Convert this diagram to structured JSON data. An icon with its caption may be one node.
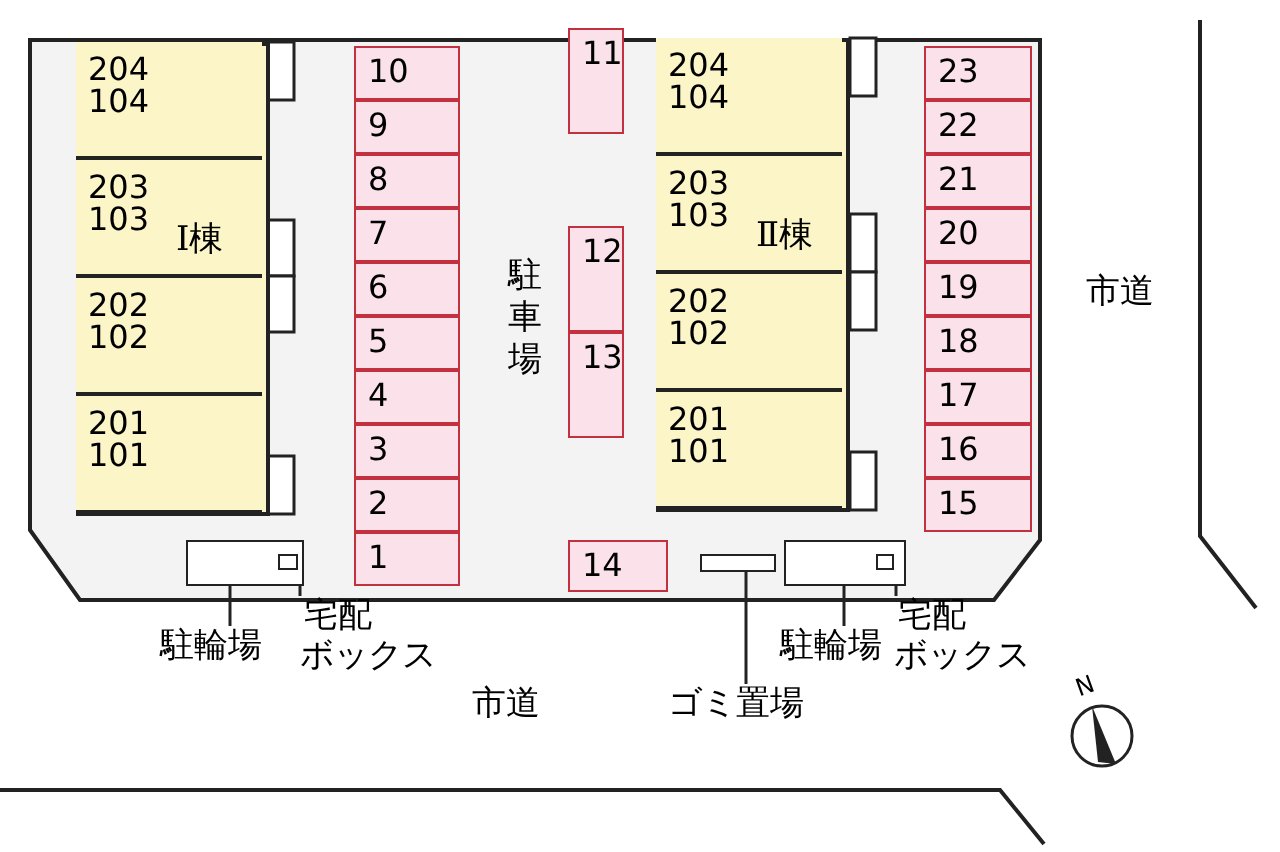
{
  "diagram": {
    "nodes": [
      {
        "text": [],
        "shape": "box"
      },
      {
        "text": [
          "204",
          "104"
        ],
        "in": 0
      },
      {
        "text": [
          "203",
          "103",
          "Ⅰ棟"
        ],
        "in": 0
      },
      {
        "text": [
          "202",
          "102"
        ],
        "in": 0
      },
      {
        "text": [
          "201",
          "101"
        ],
        "in": 0
      },
      {
        "text": [],
        "shape": "box"
      },
      {
        "text": [
          "204",
          "104"
        ],
        "in": 5
      },
      {
        "text": [
          "203",
          "103",
          "Ⅱ棟"
        ],
        "in": 5
      },
      {
        "text": [
          "202",
          "102"
        ],
        "in": 5
      },
      {
        "text": [
          "201",
          "101"
        ],
        "in": 5
      },
      {
        "text": [
          "1"
        ]
      },
      {
        "text": [
          "2"
        ]
      },
      {
        "text": [
          "3"
        ]
      },
      {
        "text": [
          "4"
        ]
      },
      {
        "text": [
          "5"
        ]
      },
      {
        "text": [
          "6"
        ]
      },
      {
        "text": [
          "7"
        ]
      },
      {
        "text": [
          "8"
        ]
      },
      {
        "text": [
          "9"
        ]
      },
      {
        "text": [
          "10"
        ]
      },
      {
        "text": [
          "11"
        ]
      },
      {
        "text": [
          "12"
        ]
      },
      {
        "text": [
          "13"
        ]
      },
      {
        "text": [
          "14"
        ]
      },
      {
        "text": [
          "15"
        ]
      },
      {
        "text": [
          "16"
        ]
      },
      {
        "text": [
          "17"
        ]
      },
      {
        "text": [
          "18"
        ]
      },
      {
        "text": [
          "19"
        ]
      },
      {
        "text": [
          "20"
        ]
      },
      {
        "text": [
          "21"
        ]
      },
      {
        "text": [
          "22"
        ]
      },
      {
        "text": [
          "23"
        ]
      },
      {
        "text": [],
        "shape": "box"
      },
      {
        "text": [],
        "shape": "box",
        "in": 33
      },
      {
        "text": [],
        "shape": "box"
      },
      {
        "text": [],
        "shape": "box"
      },
      {
        "text": [],
        "shape": "box",
        "in": 36
      },
      {
        "text": [
          "駐輪場"
        ]
      },
      {
        "text": [
          "宅配",
          "ボックス"
        ]
      },
      {
        "text": [
          "ゴミ置場"
        ]
      },
      {
        "text": [
          "駐輪場"
        ]
      },
      {
        "text": [
          "宅配",
          "ボックス"
        ]
      }
    ],
    "edges": [
      {
        "from": 38,
        "to": 33,
        "arrow": "none"
      },
      {
        "from": 39,
        "to": 34,
        "arrow": "none"
      },
      {
        "from": 40,
        "to": 35,
        "arrow": "none"
      },
      {
        "from": 41,
        "to": 36,
        "arrow": "none"
      },
      {
        "from": 42,
        "to": 37,
        "arrow": "none"
      }
    ],
    "labels": [
      "駐車場",
      "市道",
      "市道",
      "N"
    ]
  }
}
